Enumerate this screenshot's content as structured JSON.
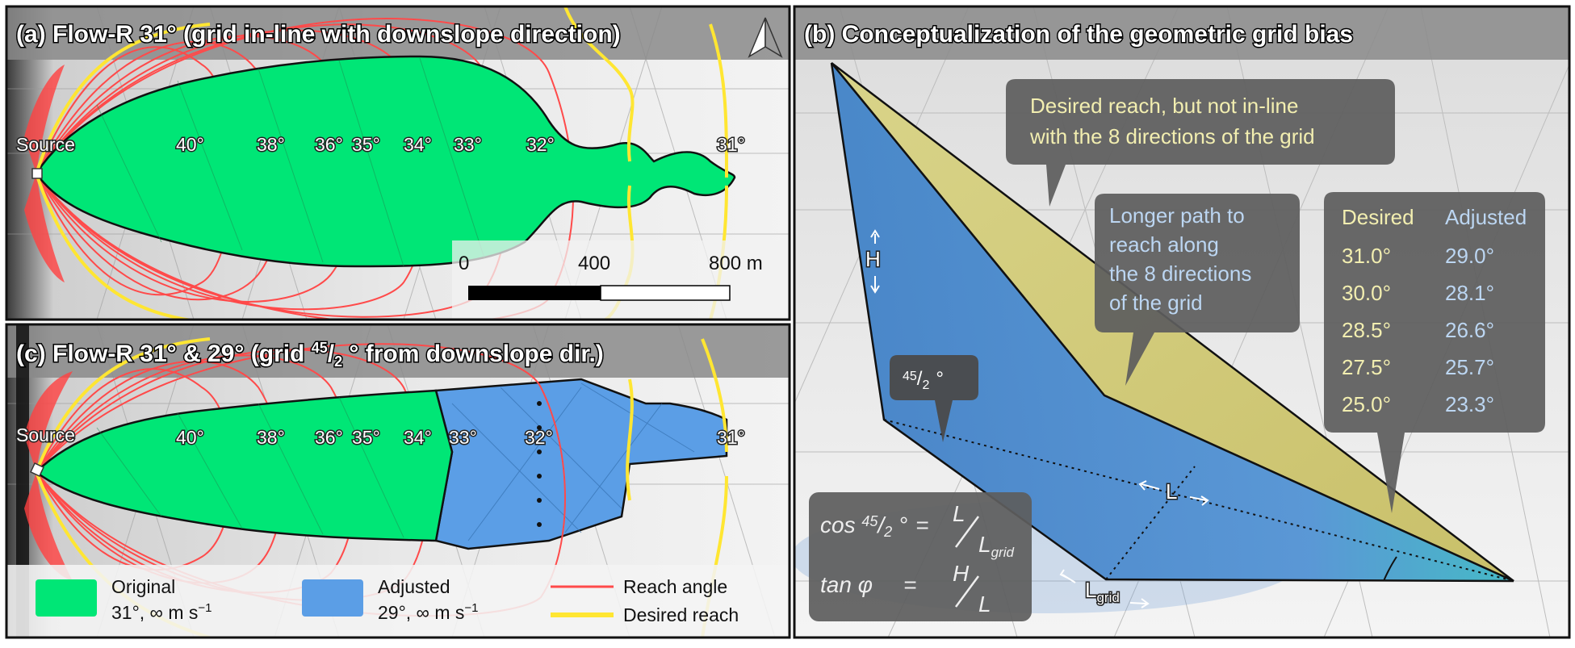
{
  "panel_a": {
    "title": "(a) Flow-R 31° (grid in-line with downslope direction)",
    "source_label": "Source",
    "angles": [
      "40°",
      "38°",
      "36°",
      "35°",
      "34°",
      "33°",
      "32°",
      "31°"
    ]
  },
  "scale_bar": {
    "t0": "0",
    "t1": "400",
    "t2": "800 m"
  },
  "panel_c": {
    "title_prefix": "(c) Flow-R 31° & 29° (grid ",
    "title_num": "45",
    "title_den": "2",
    "title_suffix": " ° from downslope dir.)",
    "source_label": "Source",
    "angles": [
      "40°",
      "38°",
      "36°",
      "35°",
      "34°",
      "33°",
      "32°",
      "31°"
    ]
  },
  "legend": {
    "original_title": "Original",
    "original_sub": "31°, ∞ m s",
    "adjusted_title": "Adjusted",
    "adjusted_sub": "29°, ∞ m s",
    "sup": "−1",
    "reach_angle": "Reach angle",
    "desired_reach": "Desired reach",
    "colors": {
      "original": "#00e676",
      "adjusted": "#5b9ee6",
      "reach": "#ff4a4a",
      "desired": "#ffe632"
    }
  },
  "panel_b": {
    "title": "(b) Conceptualization of the geometric grid bias",
    "callout_desired": [
      "Desired reach, but not in-line",
      "with the 8 directions of the grid"
    ],
    "callout_longer": [
      "Longer path to",
      "reach along",
      "the 8 directions",
      "of the grid"
    ],
    "callout_angle": {
      "num": "45",
      "den": "2",
      "unit": "°"
    },
    "table": {
      "headers": [
        "Desired",
        "Adjusted"
      ],
      "rows": [
        [
          "31.0°",
          "29.0°"
        ],
        [
          "30.0°",
          "28.1°"
        ],
        [
          "28.5°",
          "26.6°"
        ],
        [
          "27.5°",
          "25.7°"
        ],
        [
          "25.0°",
          "23.3°"
        ]
      ]
    },
    "formula1": {
      "lhs_fn": "cos ",
      "num": "45",
      "den": "2",
      "deg": " °",
      "eq": "=",
      "top": "L",
      "bottom": "L",
      "sub": "grid"
    },
    "formula2": {
      "lhs": "tan φ",
      "eq": "=",
      "top": "H",
      "bottom": "L"
    },
    "labels": {
      "H": "H",
      "L": "L",
      "Lgrid": "L",
      "Lgrid_sub": "grid"
    }
  }
}
